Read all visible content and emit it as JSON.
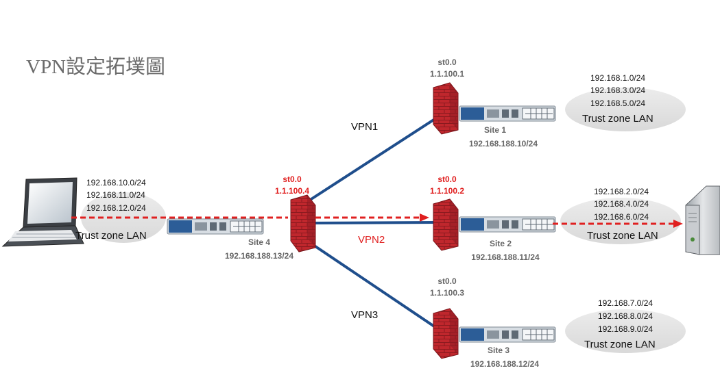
{
  "title": "VPN設定拓墣圖",
  "colors": {
    "vpn_line": "#1f4e8c",
    "traffic": "#e02020",
    "firewall": "#c0272d",
    "red_text": "#e02020",
    "gray_text": "#666666",
    "lan_cloud": "#e3e3e3",
    "device": "#cfd6dd"
  },
  "hub": {
    "tunnel": "st0.0",
    "ip": "1.1.100.4",
    "site": "Site 4",
    "mgmt": "192.168.188.13/24",
    "lan_label": "Trust zone LAN",
    "subnets": [
      "192.168.10.0/24",
      "192.168.11.0/24",
      "192.168.12.0/24"
    ]
  },
  "sites": [
    {
      "vpn": "VPN1",
      "tunnel": "st0.0",
      "ip": "1.1.100.1",
      "site": "Site 1",
      "mgmt": "192.168.188.10/24",
      "lan_label": "Trust zone LAN",
      "subnets": [
        "192.168.1.0/24",
        "192.168.3.0/24",
        "192.168.5.0/24"
      ]
    },
    {
      "vpn": "VPN2",
      "tunnel": "st0.0",
      "ip": "1.1.100.2",
      "site": "Site 2",
      "mgmt": "192.168.188.11/24",
      "lan_label": "Trust zone LAN",
      "subnets": [
        "192.168.2.0/24",
        "192.168.4.0/24",
        "192.168.6.0/24"
      ]
    },
    {
      "vpn": "VPN3",
      "tunnel": "st0.0",
      "ip": "1.1.100.3",
      "site": "Site 3",
      "mgmt": "192.168.188.12/24",
      "lan_label": "Trust zone LAN",
      "subnets": [
        "192.168.7.0/24",
        "192.168.8.0/24",
        "192.168.9.0/24"
      ]
    }
  ],
  "icons": {
    "laptop": "laptop-icon",
    "server": "server-icon",
    "firewall": "firewall-icon",
    "router": "router-icon"
  }
}
